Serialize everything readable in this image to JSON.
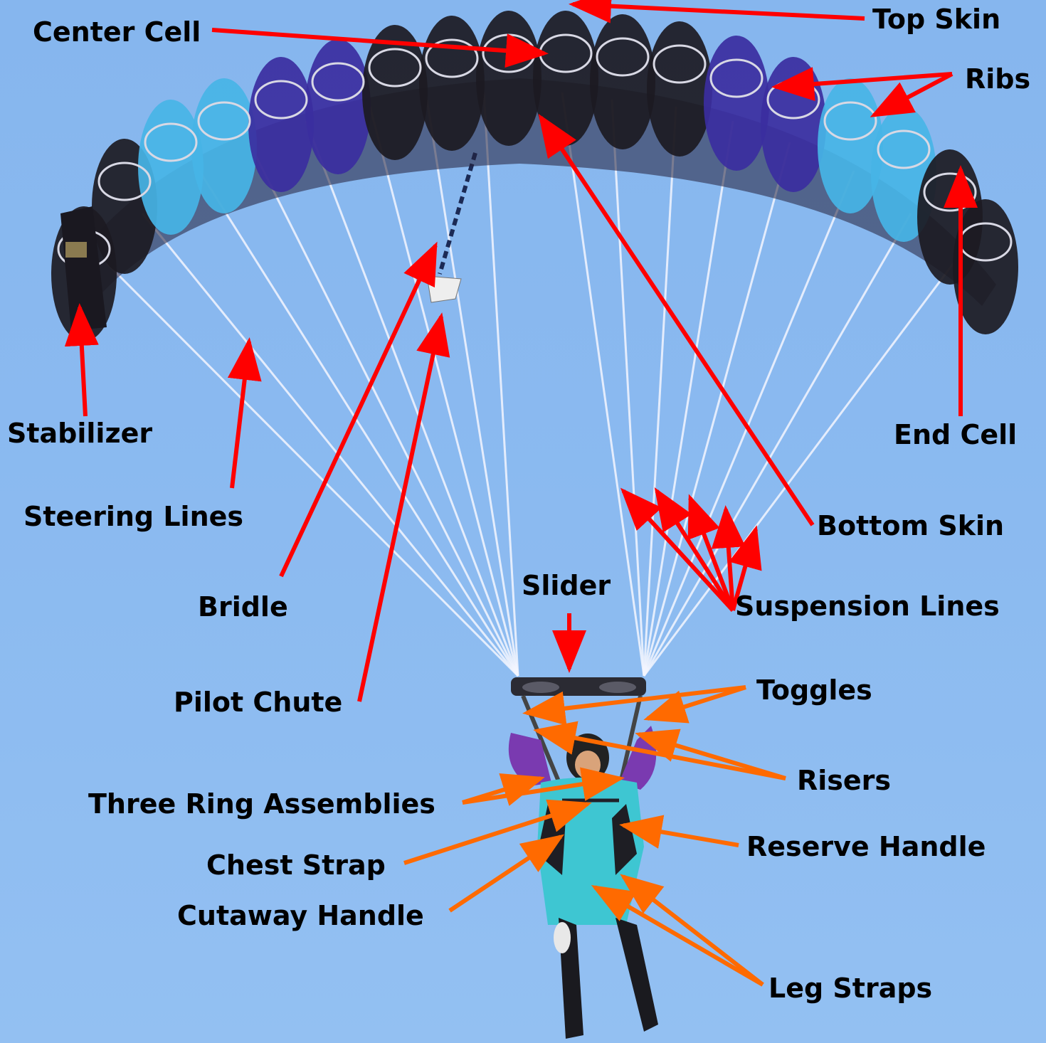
{
  "labels": {
    "top_skin": "Top Skin",
    "center_cell": "Center Cell",
    "ribs": "Ribs",
    "stabilizer": "Stabilizer",
    "end_cell": "End Cell",
    "steering_lines": "Steering Lines",
    "bottom_skin": "Bottom Skin",
    "bridle": "Bridle",
    "slider": "Slider",
    "suspension_lines": "Suspension Lines",
    "pilot_chute": "Pilot Chute",
    "toggles": "Toggles",
    "risers": "Risers",
    "three_ring_assemblies": "Three Ring Assemblies",
    "reserve_handle": "Reserve Handle",
    "chest_strap": "Chest Strap",
    "cutaway_handle": "Cutaway Handle",
    "leg_straps": "Leg Straps"
  },
  "colors": {
    "sky": "#8bbaf0",
    "canopy_black": "#1c1a22",
    "canopy_purple": "#3b2ea0",
    "canopy_light_blue": "#46b4e6",
    "canopy_blue": "#2a3fd0",
    "arrow_red": "#ff0000",
    "arrow_orange": "#ff6a00",
    "jumpsuit": "#3ec6d2"
  }
}
